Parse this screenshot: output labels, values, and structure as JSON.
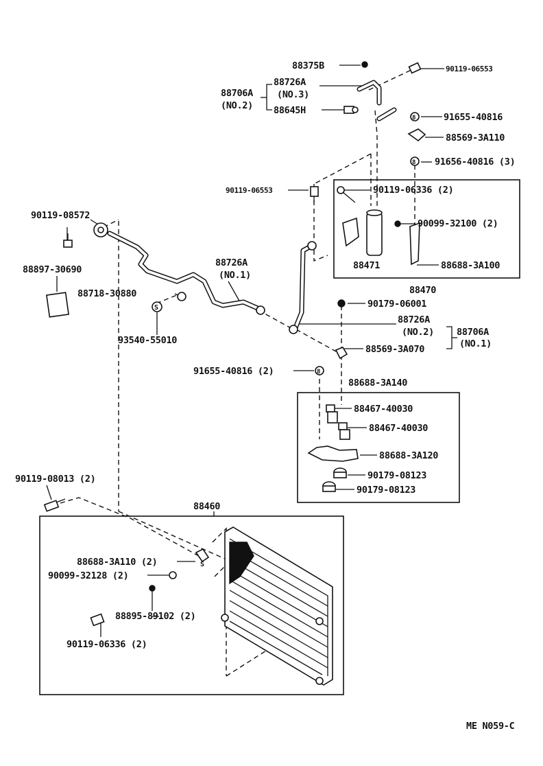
{
  "diagram_code": "ME N059-C",
  "labels": {
    "l88375B": "88375B",
    "l90119_06553_top": "90119-06553",
    "l88726A_no3_a": "88726A",
    "l88726A_no3_b": "(NO.3)",
    "l88706A_no2_a": "88706A",
    "l88706A_no2_b": "(NO.2)",
    "l88645H": "88645H",
    "l91655_40816": "91655-40816",
    "l88569_3A110": "88569-3A110",
    "l91656_40816_3": "91656-40816 (3)",
    "l90119_06553_mid": "90119-06553",
    "l90119_06336_2": "90119-06336 (2)",
    "l90099_32100_2": "90099-32100 (2)",
    "l88471": "88471",
    "l88688_3A100": "88688-3A100",
    "l88470": "88470",
    "l90119_08572": "90119-08572",
    "l88897_30690": "88897-30690",
    "l88726A_no1_a": "88726A",
    "l88726A_no1_b": "(NO.1)",
    "l88718_30880": "88718-30880",
    "l93540_55010": "93540-55010",
    "l90179_06001": "90179-06001",
    "l88726A_no2_a": "88726A",
    "l88726A_no2_b": "(NO.2)",
    "l88706A_no1_a": "88706A",
    "l88706A_no1_b": "(NO.1)",
    "l88569_3A070": "88569-3A070",
    "l91655_40816_2": "91655-40816 (2)",
    "l88688_3A140": "88688-3A140",
    "l88467_40030_a": "88467-40030",
    "l88467_40030_b": "88467-40030",
    "l88688_3A120": "88688-3A120",
    "l90179_08123_a": "90179-08123",
    "l90179_08123_b": "90179-08123",
    "l90119_08013_2": "90119-08013 (2)",
    "l88460": "88460",
    "l88688_3A110_2": "88688-3A110 (2)",
    "l90099_32128_2": "90099-32128 (2)",
    "l88895_89102_2": "88895-89102 (2)",
    "l90119_06336_2b": "90119-06336 (2)"
  }
}
